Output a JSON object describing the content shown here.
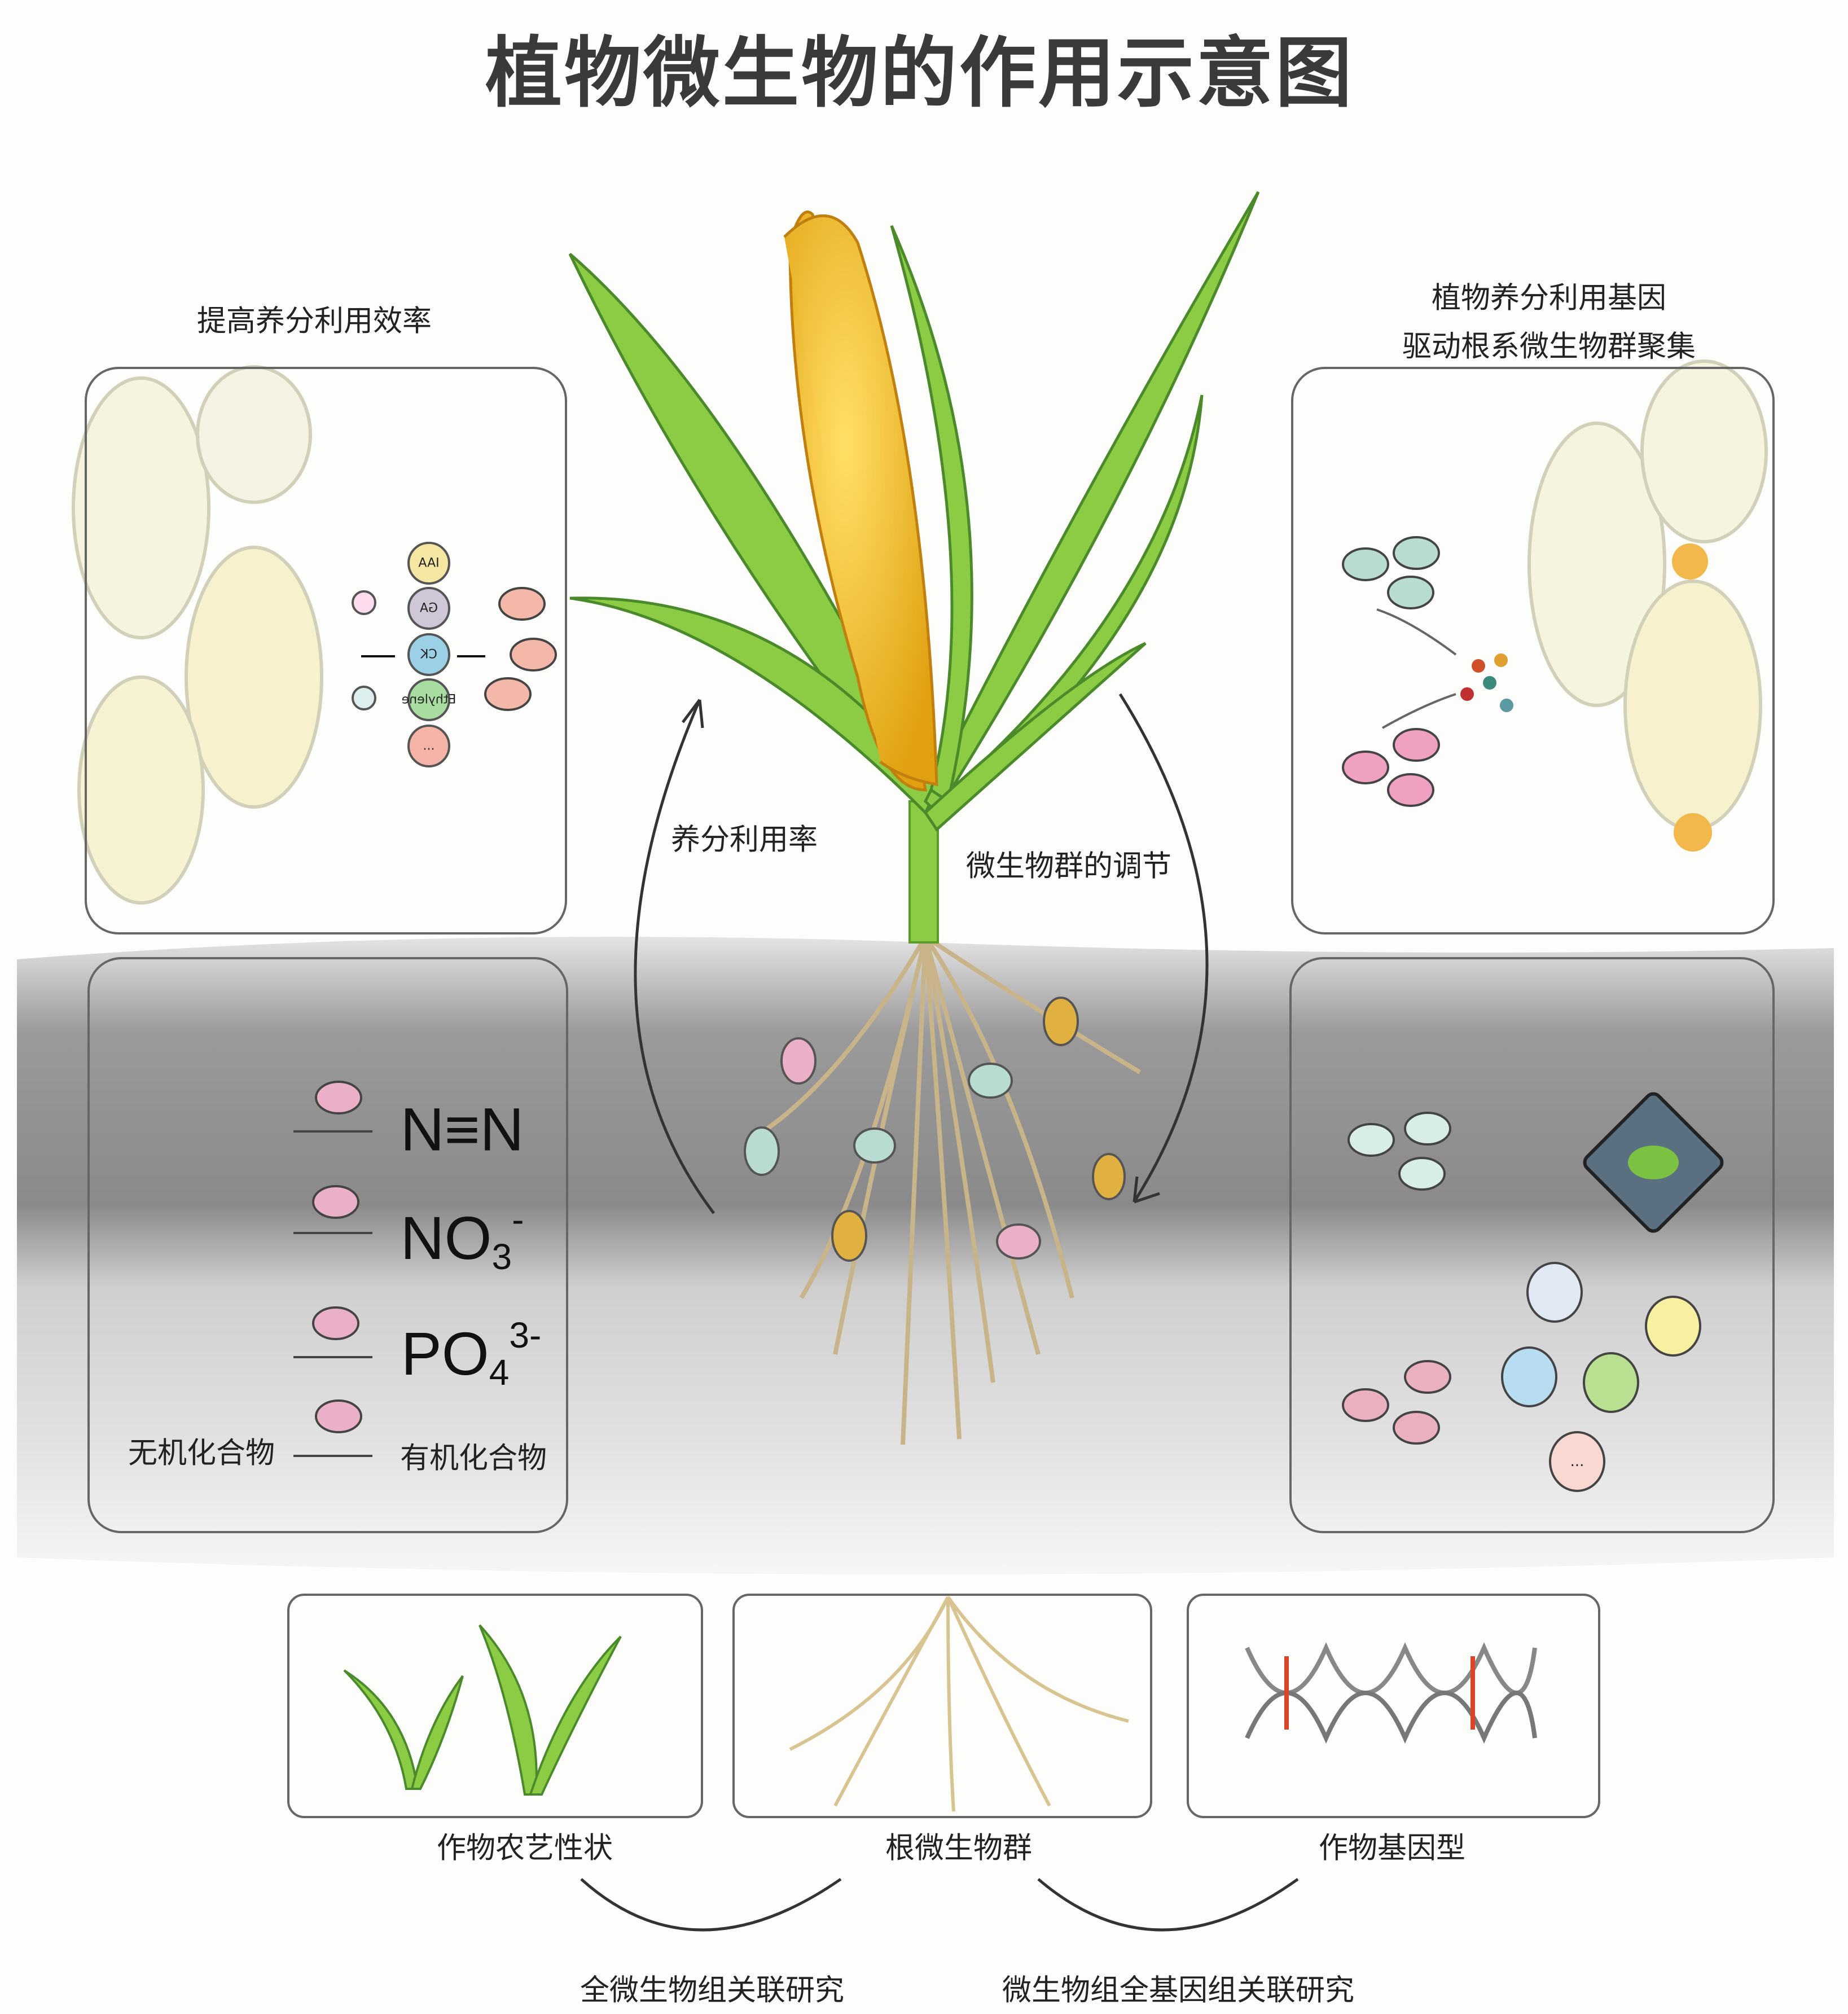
{
  "title": "植物微生物的作用示意图",
  "panels": {
    "top_left": {
      "label": "提高养分利用效率",
      "hormones": [
        "IAA",
        "GA",
        "CK",
        "Ethylene",
        "..."
      ]
    },
    "top_right": {
      "label_line1": "植物养分利用基因",
      "label_line2": "驱动根系微生物群聚集"
    },
    "soil_left": {
      "compounds": {
        "n2": "N≡N",
        "no3_base": "NO",
        "no3_sub": "3",
        "no3_sup": "-",
        "po4_base": "PO",
        "po4_sub": "4",
        "po4_sup": "3-"
      },
      "inorganic_label": "无机化合物",
      "organic_label": "有机化合物"
    },
    "soil_right": {
      "molecules": [
        "...",
        "",
        "",
        "",
        ""
      ]
    }
  },
  "center": {
    "left_arrow_label": "养分利用率",
    "right_arrow_label": "微生物群的调节"
  },
  "bottom": {
    "boxes": [
      {
        "label": "作物农艺性状"
      },
      {
        "label": "根微生物群"
      },
      {
        "label": "作物基因型"
      }
    ],
    "links": [
      "全微生物组关联研究",
      "微生物组全基因组关联研究"
    ]
  },
  "colors": {
    "soil_dark": "#8c8c8c",
    "soil_light": "#d8d8d8",
    "leaf": "#7cc242",
    "corn": "#f2b817",
    "root": "#c9b48a",
    "dna_accent": "#d9452b"
  }
}
